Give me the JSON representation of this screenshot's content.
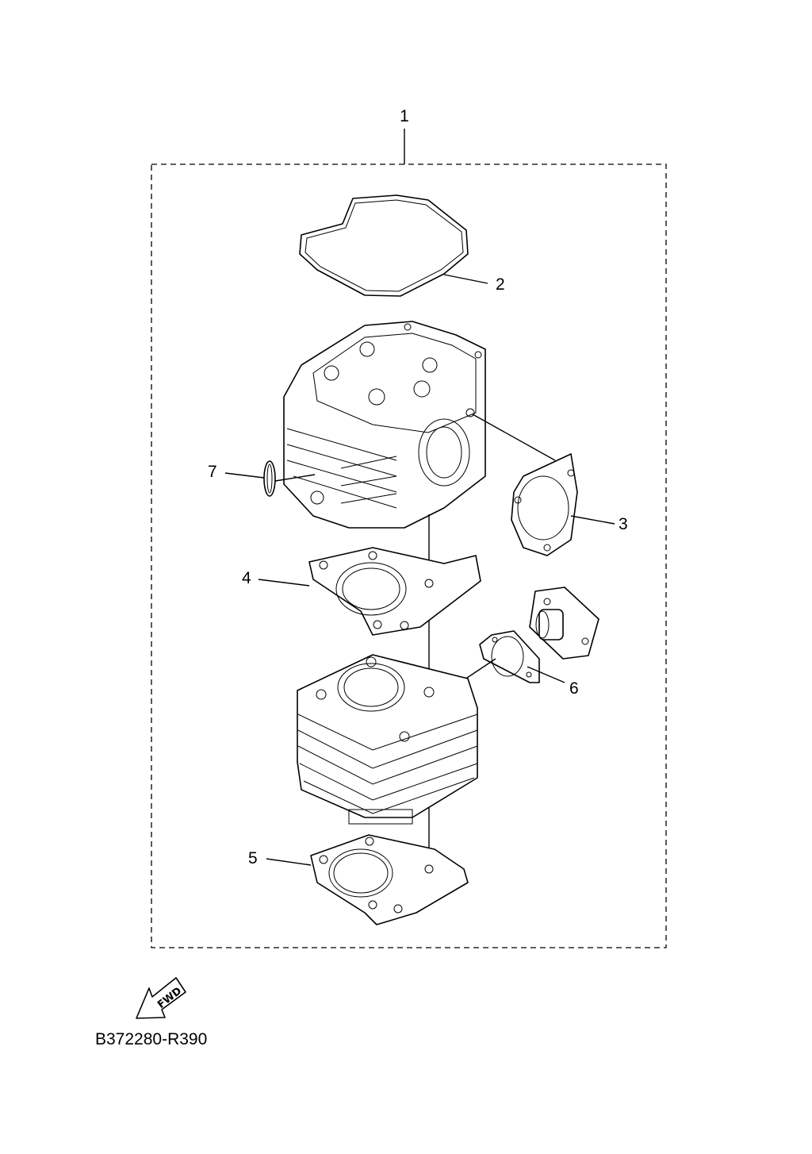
{
  "diagram": {
    "callouts": [
      {
        "id": "1",
        "label": "1"
      },
      {
        "id": "2",
        "label": "2"
      },
      {
        "id": "3",
        "label": "3"
      },
      {
        "id": "4",
        "label": "4"
      },
      {
        "id": "5",
        "label": "5"
      },
      {
        "id": "6",
        "label": "6"
      },
      {
        "id": "7",
        "label": "7"
      }
    ],
    "fwd_label": "FWD",
    "drawing_code": "B372280-R390"
  }
}
